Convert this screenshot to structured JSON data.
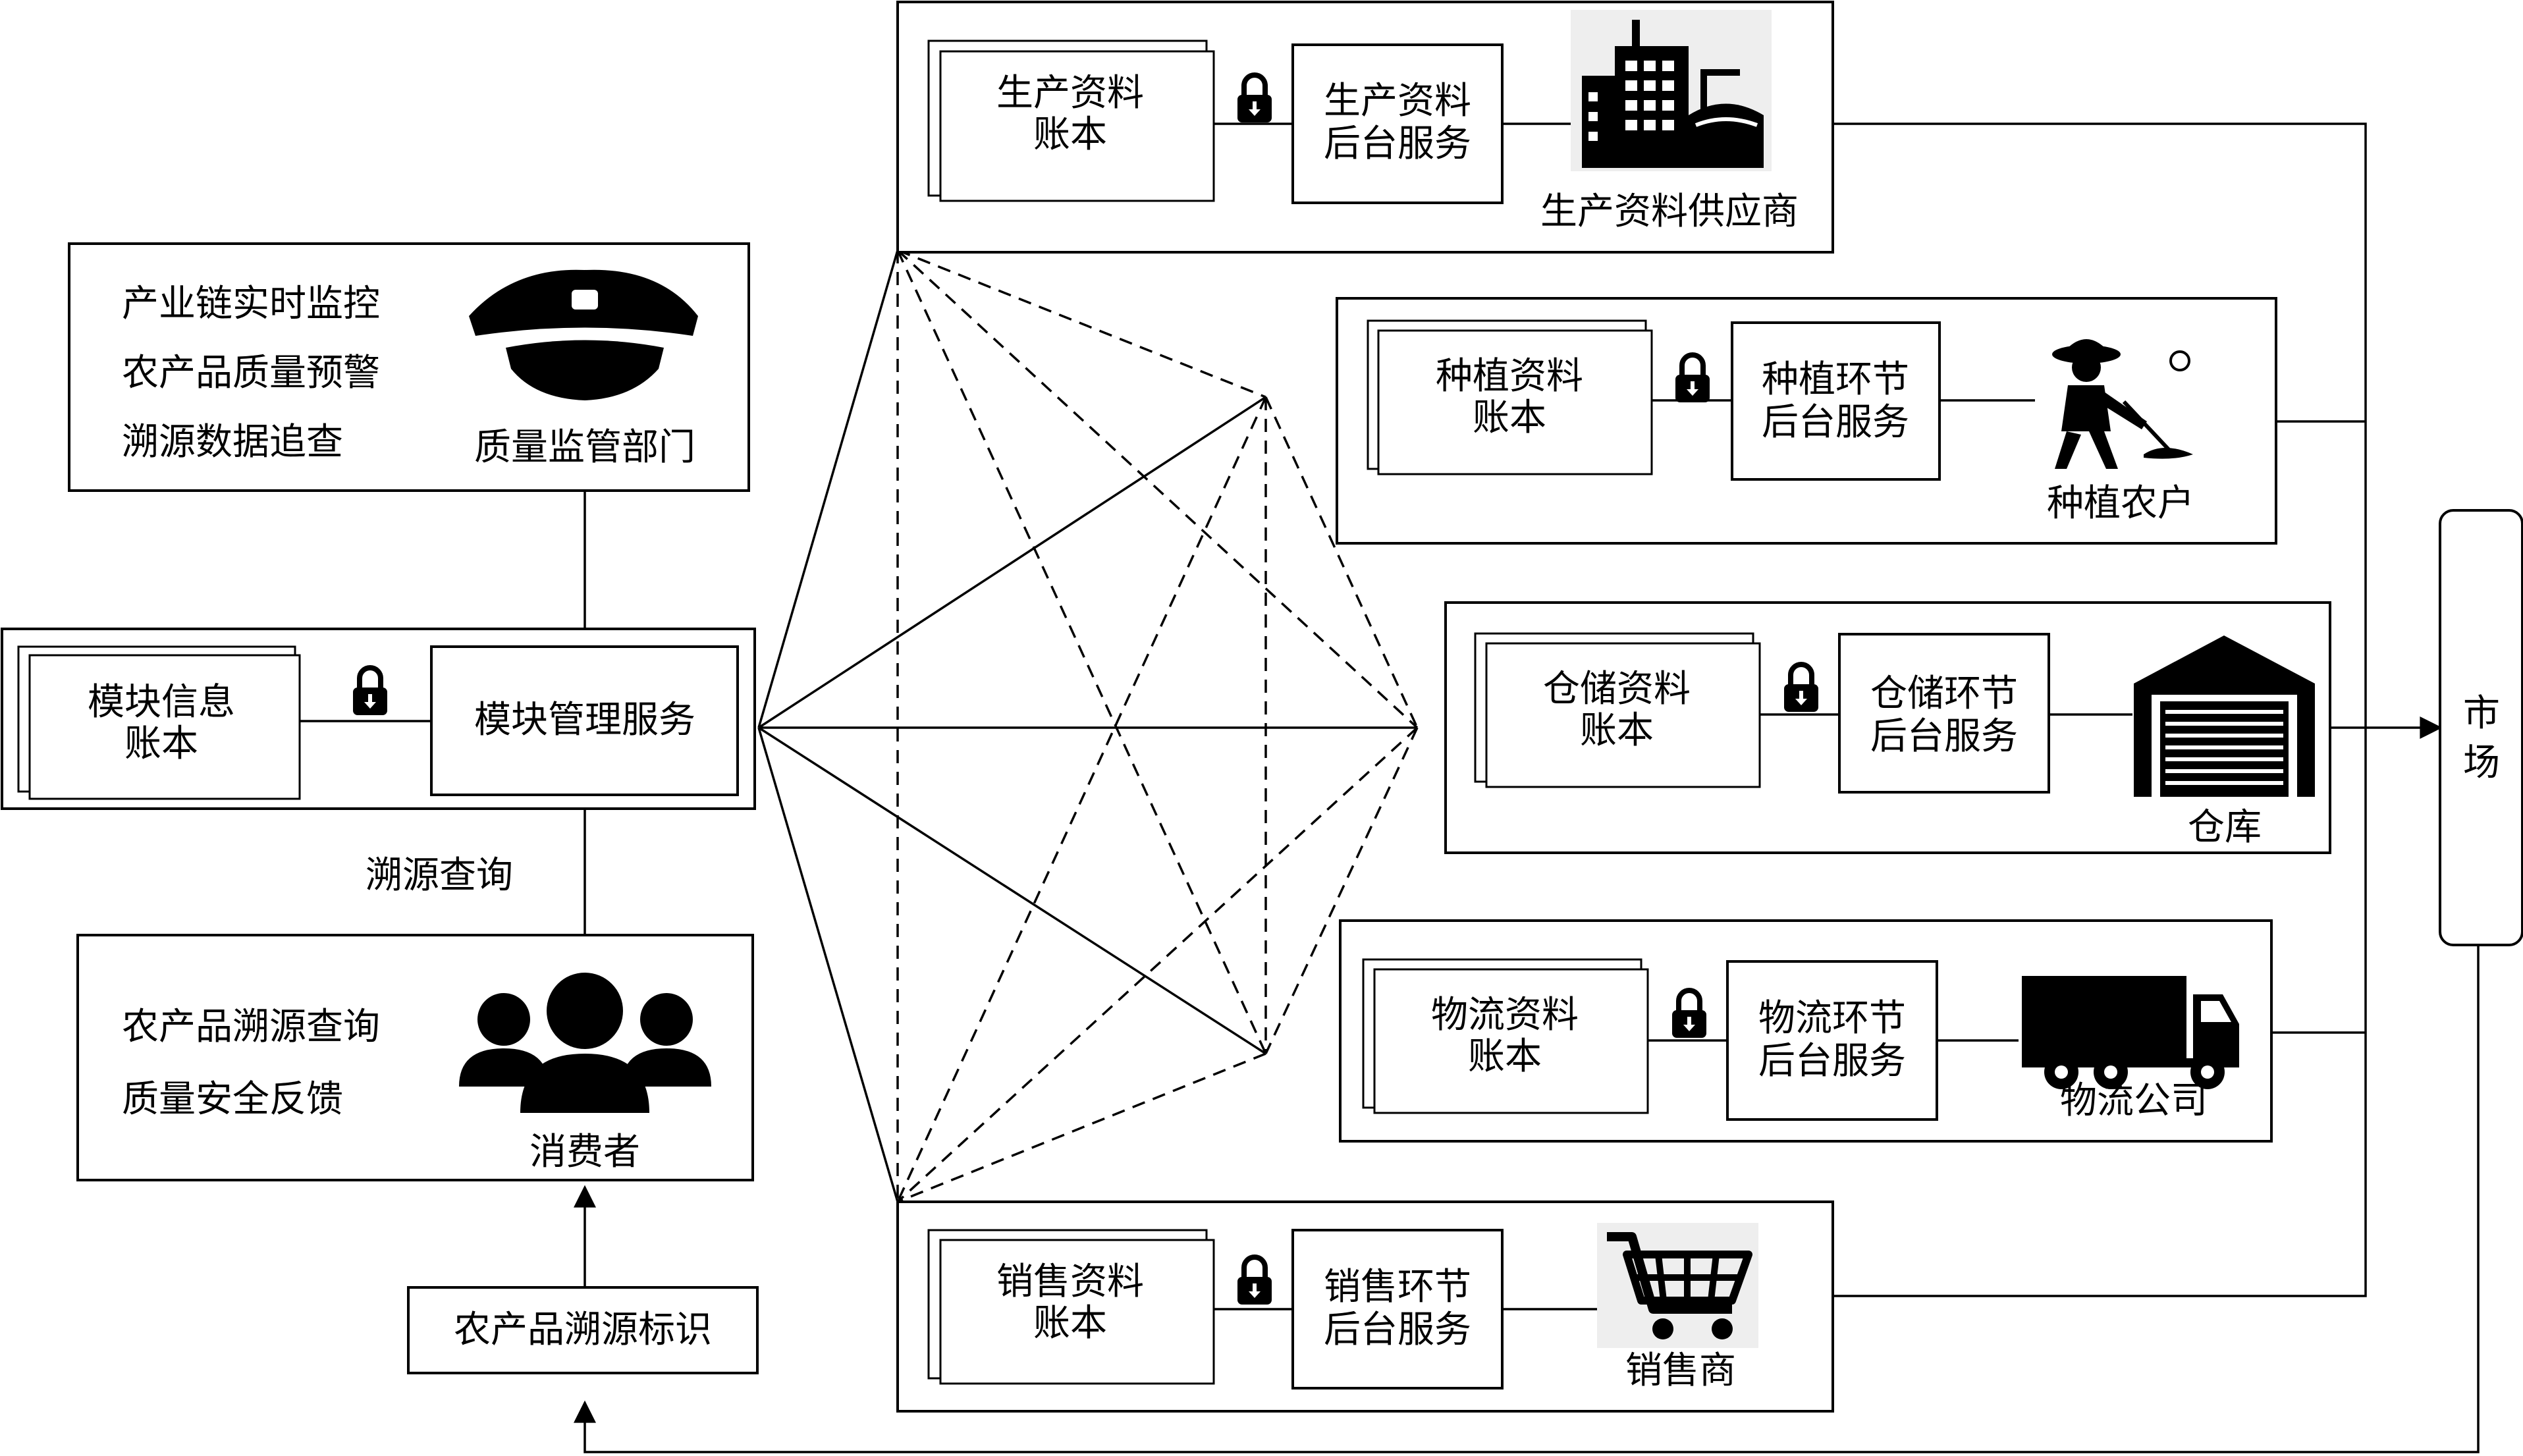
{
  "supervision": {
    "title": "质量监管部门",
    "items": [
      "产业链实时监控",
      "农产品质量预警",
      "溯源数据追查"
    ]
  },
  "module": {
    "ledger": [
      "模块信息",
      "账本"
    ],
    "service": "模块管理服务"
  },
  "query_label": "溯源查询",
  "consumer": {
    "title": "消费者",
    "items": [
      "农产品溯源查询",
      "质量安全反馈"
    ]
  },
  "trace_id": "农产品溯源标识",
  "market": [
    "市",
    "场"
  ],
  "nodes": [
    {
      "ledger": [
        "生产资料",
        "账本"
      ],
      "service": [
        "生产资料",
        "后台服务"
      ],
      "entity": "生产资料供应商",
      "icon": "factory-icon"
    },
    {
      "ledger": [
        "种植资料",
        "账本"
      ],
      "service": [
        "种植环节",
        "后台服务"
      ],
      "entity": "种植农户",
      "icon": "farmer-icon"
    },
    {
      "ledger": [
        "仓储资料",
        "账本"
      ],
      "service": [
        "仓储环节",
        "后台服务"
      ],
      "entity": "仓库",
      "icon": "warehouse-icon"
    },
    {
      "ledger": [
        "物流资料",
        "账本"
      ],
      "service": [
        "物流环节",
        "后台服务"
      ],
      "entity": "物流公司",
      "icon": "truck-icon"
    },
    {
      "ledger": [
        "销售资料",
        "账本"
      ],
      "service": [
        "销售环节",
        "后台服务"
      ],
      "entity": "销售商",
      "icon": "cart-icon"
    }
  ],
  "icons": [
    "police-cap-icon",
    "consumers-icon",
    "lock-icon"
  ]
}
